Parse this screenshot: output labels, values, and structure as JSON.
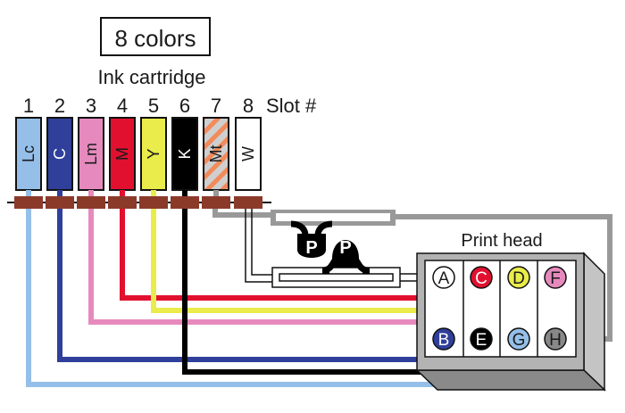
{
  "title": "8 colors",
  "cartridge_heading": "Ink cartridge",
  "slot_label": "Slot #",
  "print_head_label": "Print head",
  "pump_label": "P",
  "cartridges": [
    {
      "slot": "1",
      "code": "Lc",
      "color": "#95bfe8",
      "text_color": "#1a1a1a",
      "port": "G"
    },
    {
      "slot": "2",
      "code": "C",
      "color": "#2f3f9a",
      "text_color": "#ffffff",
      "port": "B"
    },
    {
      "slot": "3",
      "code": "Lm",
      "color": "#e68abe",
      "text_color": "#1a1a1a",
      "port": "F"
    },
    {
      "slot": "4",
      "code": "M",
      "color": "#e2102f",
      "text_color": "#1a1a1a",
      "port": "C"
    },
    {
      "slot": "5",
      "code": "Y",
      "color": "#e9ec4a",
      "text_color": "#1a1a1a",
      "port": "D"
    },
    {
      "slot": "6",
      "code": "K",
      "color": "#000000",
      "text_color": "#ffffff",
      "port": "E"
    },
    {
      "slot": "7",
      "code": "Mt",
      "color": "striped",
      "text_color": "#1a1a1a",
      "port": "H"
    },
    {
      "slot": "8",
      "code": "W",
      "color": "#ffffff",
      "text_color": "#1a1a1a",
      "port": "A"
    }
  ],
  "ports": [
    {
      "id": "A",
      "fill": "#ffffff",
      "text_color": "#1a1a1a"
    },
    {
      "id": "C",
      "fill": "#e2102f",
      "text_color": "#ffffff"
    },
    {
      "id": "D",
      "fill": "#e9ec4a",
      "text_color": "#1a1a1a"
    },
    {
      "id": "F",
      "fill": "#e68abe",
      "text_color": "#1a1a1a"
    },
    {
      "id": "B",
      "fill": "#2f3f9a",
      "text_color": "#ffffff"
    },
    {
      "id": "E",
      "fill": "#000000",
      "text_color": "#ffffff"
    },
    {
      "id": "G",
      "fill": "#95bfe8",
      "text_color": "#1a1a1a"
    },
    {
      "id": "H",
      "fill": "#888888",
      "text_color": "#1a1a1a"
    }
  ],
  "colors": {
    "connector": "#8b3a2a",
    "maintenance_line": "#999999",
    "stripe_orange": "#f28a5a",
    "stripe_gray": "#cfcfcf",
    "head_gray": "#b3b3b3",
    "head_dark": "#8a8a8a"
  }
}
